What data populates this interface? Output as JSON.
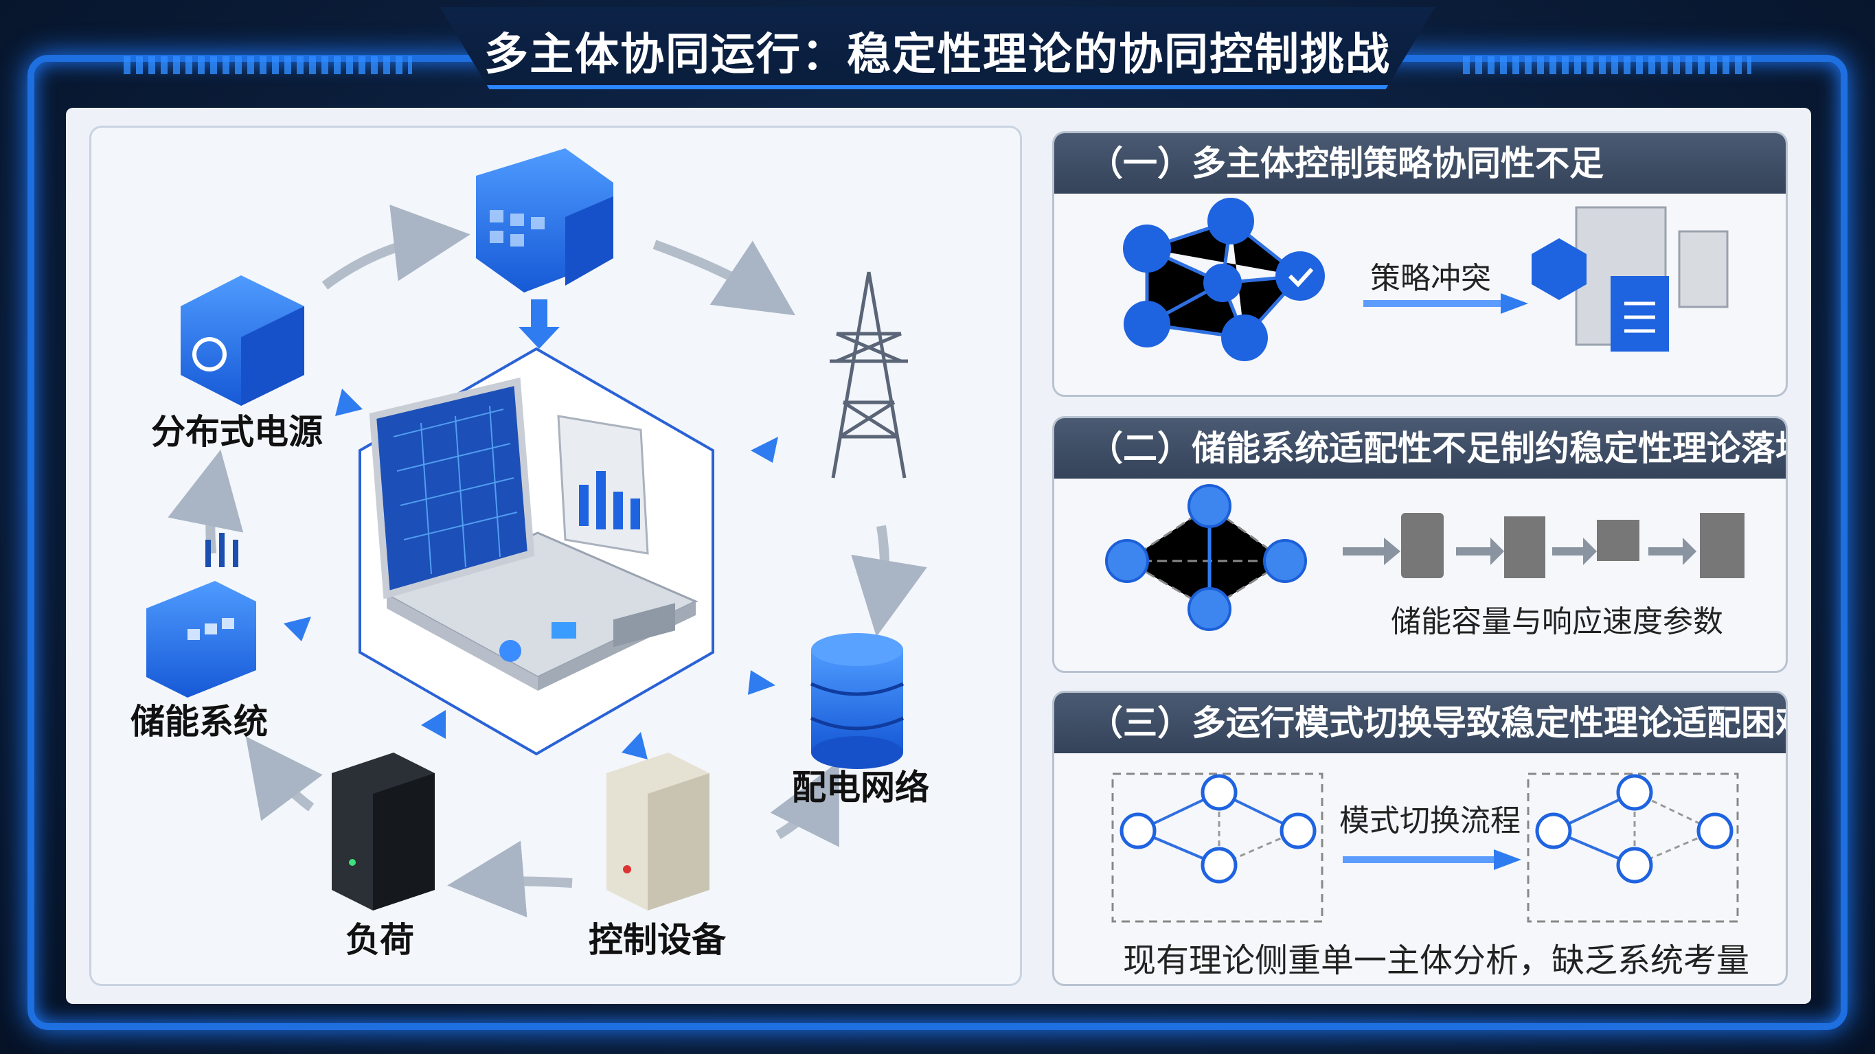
{
  "title": "多主体协同运行：稳定性理论的协同控制挑战",
  "diagram": {
    "nodes": {
      "distributed_power": "分布式电源",
      "energy_storage": "储能系统",
      "distribution_network": "配电网络",
      "load": "负荷",
      "control_device": "控制设备"
    }
  },
  "sections": [
    {
      "heading": "（一）多主体控制策略协同性不足",
      "arrow_label": "策略冲突"
    },
    {
      "heading": "（二）储能系统适配性不足制约稳定性理论落地",
      "caption": "储能容量与响应速度参数"
    },
    {
      "heading": "（三）多运行模式切换导致稳定性理论适配困难",
      "arrow_label": "模式切换流程",
      "caption": "现有理论侧重单一主体分析，缺乏系统考量"
    }
  ],
  "colors": {
    "accent": "#1e6fe0",
    "frame": "#081830",
    "header": "#3f4e66"
  }
}
